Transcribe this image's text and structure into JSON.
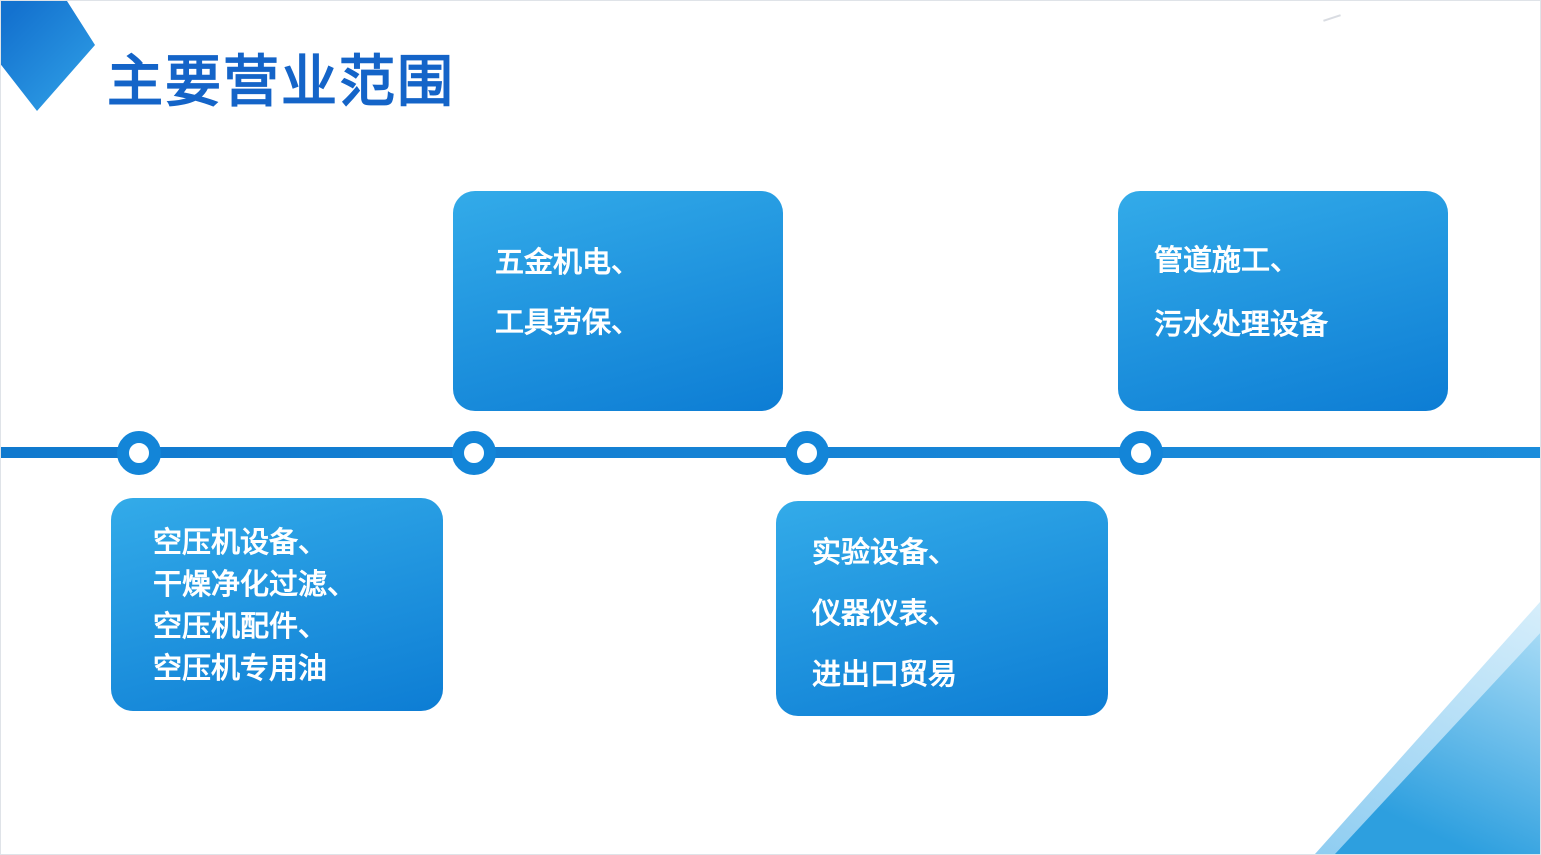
{
  "slide": {
    "title": "主要营业范围"
  },
  "colors": {
    "title_blue": "#1464c8",
    "timeline_blue": "#1385d8",
    "card_gradient_start": "#33abe9",
    "card_gradient_end": "#0d7dd4",
    "corner_light_blue": "#aadcf6"
  },
  "timeline": {
    "node_count": 4
  },
  "cards": [
    {
      "lines": [
        "空压机设备、",
        "干燥净化过滤、",
        "空压机配件、",
        "空压机专用油"
      ]
    },
    {
      "lines": [
        "五金机电、",
        "工具劳保、"
      ]
    },
    {
      "lines": [
        "实验设备、",
        "仪器仪表、",
        "进出口贸易"
      ]
    },
    {
      "lines": [
        "管道施工、",
        "污水处理设备"
      ]
    }
  ]
}
